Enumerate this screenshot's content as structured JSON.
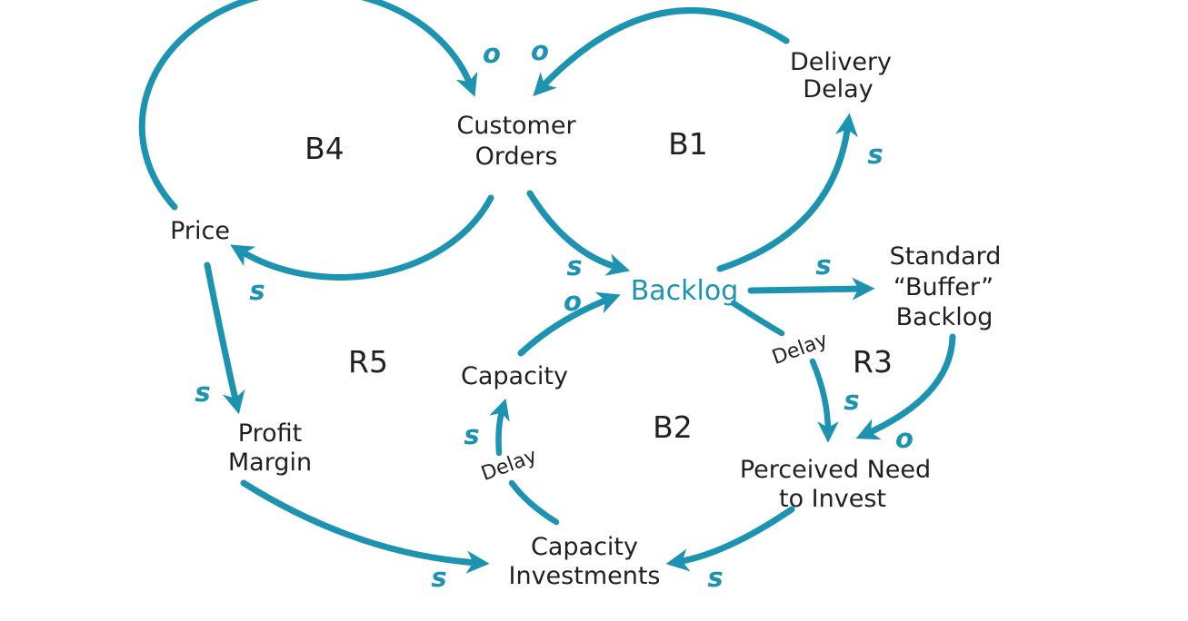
{
  "diagram": {
    "type": "causal-loop-diagram",
    "accent_color": "#1b93b1",
    "text_color": "#231f20",
    "background_color": "#ffffff"
  },
  "nodes": {
    "customer_orders": {
      "lines": [
        "Customer",
        "Orders"
      ]
    },
    "delivery_delay": {
      "lines": [
        "Delivery",
        "Delay"
      ]
    },
    "price": {
      "label": "Price"
    },
    "backlog": {
      "label": "Backlog"
    },
    "standard_buffer_backlog": {
      "lines": [
        "Standard",
        "“Buffer”",
        "Backlog"
      ]
    },
    "capacity": {
      "label": "Capacity"
    },
    "profit_margin": {
      "lines": [
        "Profit",
        "Margin"
      ]
    },
    "perceived_need_to_invest": {
      "lines": [
        "Perceived Need",
        "to Invest"
      ]
    },
    "capacity_investments": {
      "lines": [
        "Capacity",
        "Investments"
      ]
    }
  },
  "loops": {
    "b4": "B4",
    "b1": "B1",
    "r5": "R5",
    "b2": "B2",
    "r3": "R3"
  },
  "polarity": {
    "price_to_customer_orders": "o",
    "delivery_delay_to_customer_orders": "o",
    "customer_orders_to_price": "s",
    "backlog_to_delivery_delay": "s",
    "customer_orders_to_backlog": "s",
    "capacity_to_backlog": "o",
    "backlog_to_standard_buffer_backlog": "s",
    "backlog_to_perceived_need": "s",
    "standard_buffer_backlog_to_perceived_need": "o",
    "price_to_profit_margin": "s",
    "capacity_investments_to_capacity": "s",
    "profit_margin_to_capacity_investments": "s",
    "perceived_need_to_capacity_investments": "s"
  },
  "delay_marks": {
    "backlog_to_perceived_need": "Delay",
    "capacity_investments_to_capacity": "Delay"
  }
}
